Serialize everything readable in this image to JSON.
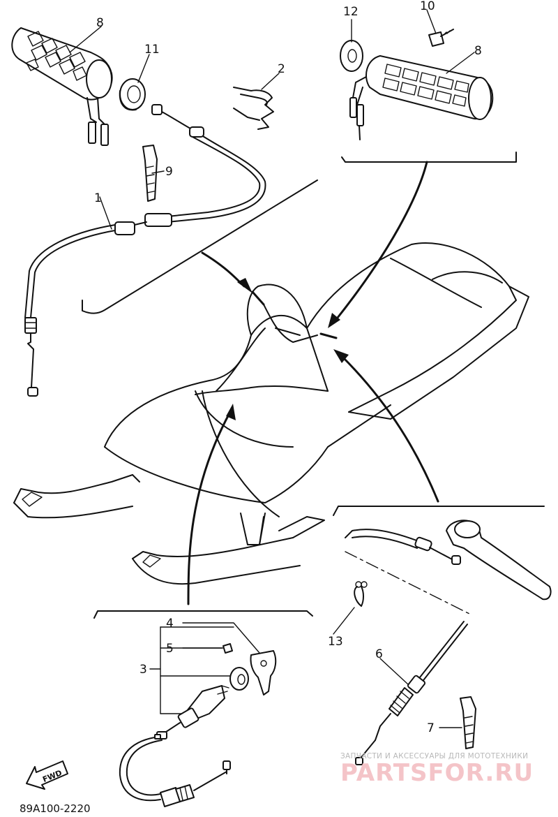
{
  "diagram": {
    "part_code": "89A100-2220",
    "fwd_label": "FWD",
    "callouts": {
      "c1": "1",
      "c2": "2",
      "c3": "3",
      "c4": "4",
      "c5": "5",
      "c6": "6",
      "c7": "7",
      "c8a": "8",
      "c8b": "8",
      "c9": "9",
      "c10": "10",
      "c11": "11",
      "c12": "12",
      "c13": "13"
    }
  },
  "watermark": {
    "tagline": "ЗАПЧАСТИ И АКСЕССУАРЫ ДЛЯ МОТОТЕХНИКИ",
    "brand": "PARTSFOR.RU"
  },
  "colors": {
    "ink": "#111111",
    "watermark_brand": "#f4c4c8",
    "watermark_tagline": "#b8b8b8"
  }
}
